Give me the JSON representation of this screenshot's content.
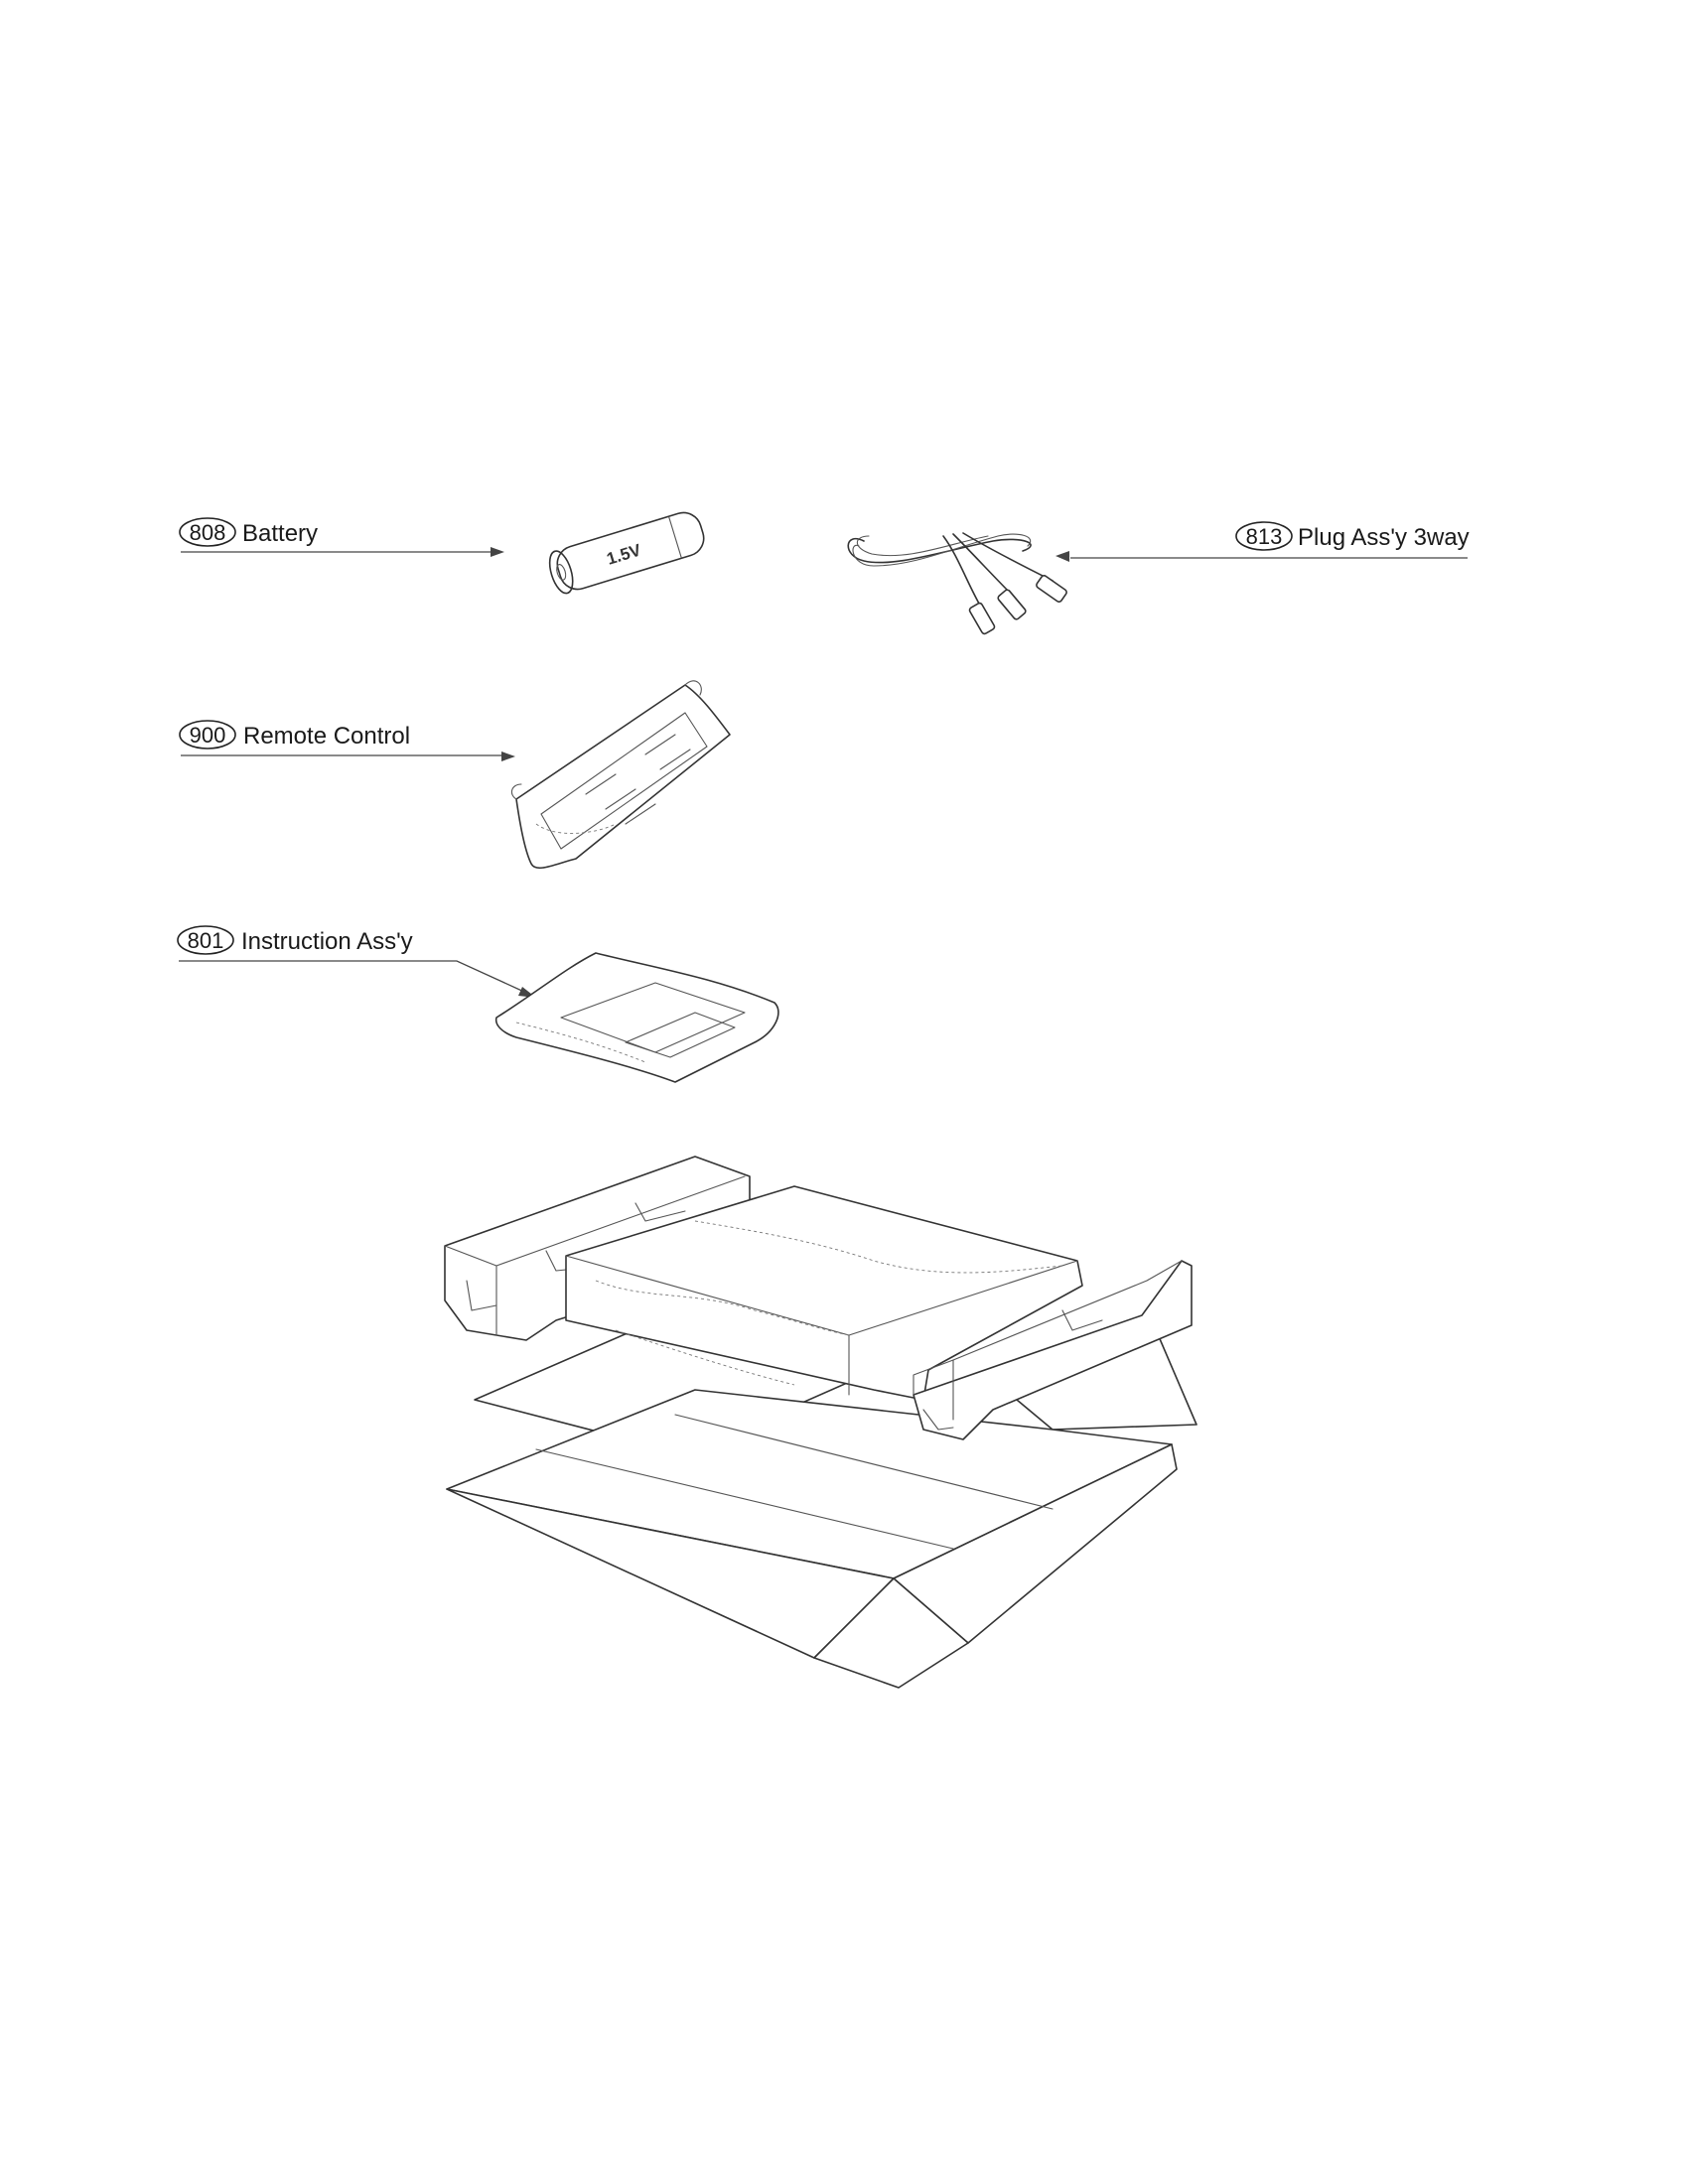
{
  "parts": [
    {
      "id": "battery",
      "number": "808",
      "label": "Battery"
    },
    {
      "id": "plug",
      "number": "813",
      "label": "Plug Ass'y 3way"
    },
    {
      "id": "remote",
      "number": "900",
      "label": "Remote Control"
    },
    {
      "id": "instruction",
      "number": "801",
      "label": "Instruction Ass'y"
    }
  ],
  "battery_marking": "1.5V"
}
